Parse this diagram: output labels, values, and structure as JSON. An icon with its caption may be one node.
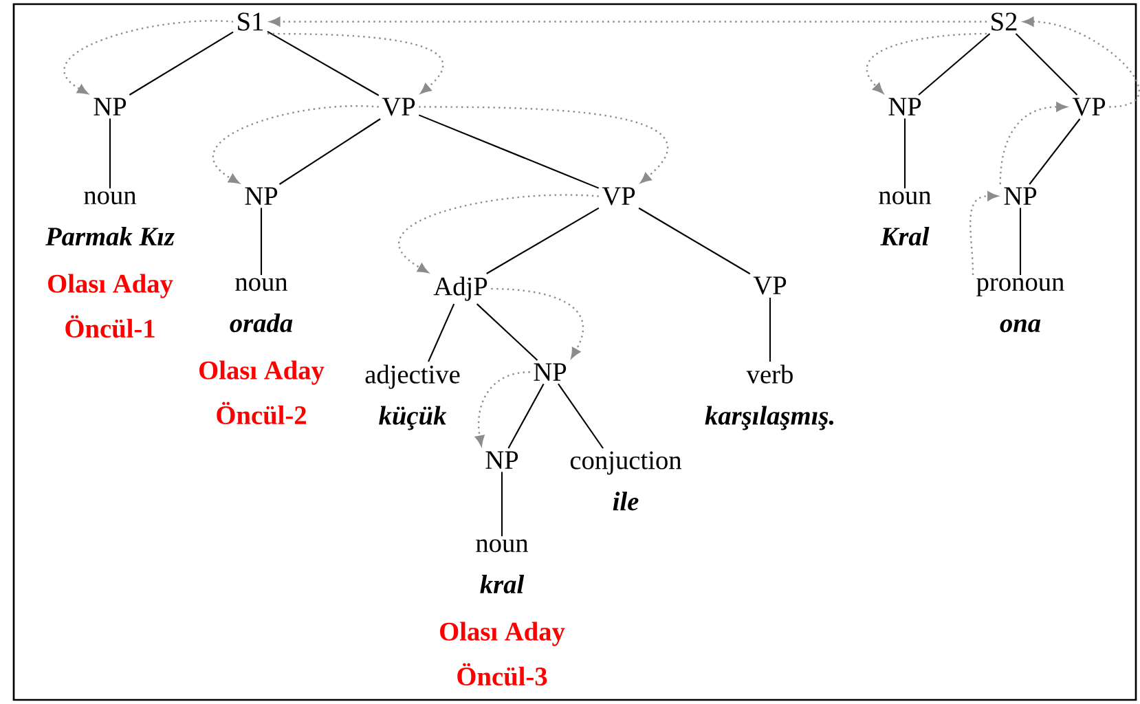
{
  "diagram": {
    "nodes": [
      {
        "text": [
          "S1"
        ]
      },
      {
        "text": [
          "NP"
        ]
      },
      {
        "text": [
          "VP"
        ]
      },
      {
        "text": [
          "noun",
          "Parmak Kız"
        ],
        "beside": [
          "Olası Aday",
          "Öncül-1"
        ]
      },
      {
        "text": [
          "NP"
        ]
      },
      {
        "text": [
          "VP"
        ]
      },
      {
        "text": [
          "noun",
          "orada"
        ],
        "beside": [
          "Olası Aday",
          "Öncül-2"
        ]
      },
      {
        "text": [
          "AdjP"
        ]
      },
      {
        "text": [
          "VP"
        ]
      },
      {
        "text": [
          "adjective",
          "küçük"
        ]
      },
      {
        "text": [
          "NP"
        ]
      },
      {
        "text": [
          "verb",
          "karşılaşmış."
        ]
      },
      {
        "text": [
          "NP"
        ]
      },
      {
        "text": [
          "conjuction",
          "ile"
        ]
      },
      {
        "text": [
          "noun",
          "kral"
        ],
        "beside": [
          "Olası Aday",
          "Öncül-3"
        ]
      },
      {
        "text": [
          "S2"
        ]
      },
      {
        "text": [
          "NP"
        ]
      },
      {
        "text": [
          "VP"
        ]
      },
      {
        "text": [
          "noun",
          "Kral"
        ]
      },
      {
        "text": [
          "NP"
        ]
      },
      {
        "text": [
          "pronoun",
          "ona"
        ]
      }
    ],
    "edges": [
      {
        "from": 0,
        "to": 1,
        "arrow": "none"
      },
      {
        "from": 0,
        "to": 2,
        "arrow": "none"
      },
      {
        "from": 1,
        "to": 3,
        "arrow": "none"
      },
      {
        "from": 2,
        "to": 4,
        "arrow": "none"
      },
      {
        "from": 2,
        "to": 5,
        "arrow": "none"
      },
      {
        "from": 4,
        "to": 6,
        "arrow": "none"
      },
      {
        "from": 5,
        "to": 7,
        "arrow": "none"
      },
      {
        "from": 5,
        "to": 8,
        "arrow": "none"
      },
      {
        "from": 7,
        "to": 9,
        "arrow": "none"
      },
      {
        "from": 7,
        "to": 10,
        "arrow": "none"
      },
      {
        "from": 8,
        "to": 11,
        "arrow": "none"
      },
      {
        "from": 10,
        "to": 12,
        "arrow": "none"
      },
      {
        "from": 10,
        "to": 13,
        "arrow": "none"
      },
      {
        "from": 12,
        "to": 14,
        "arrow": "none"
      },
      {
        "from": 15,
        "to": 16,
        "arrow": "none"
      },
      {
        "from": 15,
        "to": 17,
        "arrow": "none"
      },
      {
        "from": 16,
        "to": 18,
        "arrow": "none"
      },
      {
        "from": 17,
        "to": 19,
        "arrow": "none"
      },
      {
        "from": 19,
        "to": 20,
        "arrow": "none"
      },
      {
        "from": 0,
        "to": 1,
        "arrow": "to",
        "style": "dashed",
        "color": "#8c8c8c"
      },
      {
        "from": 0,
        "to": 2,
        "arrow": "to",
        "style": "dashed",
        "color": "#8c8c8c"
      },
      {
        "from": 2,
        "to": 4,
        "arrow": "to",
        "style": "dashed",
        "color": "#8c8c8c"
      },
      {
        "from": 2,
        "to": 5,
        "arrow": "to",
        "style": "dashed",
        "color": "#8c8c8c"
      },
      {
        "from": 5,
        "to": 7,
        "arrow": "to",
        "style": "dashed",
        "color": "#8c8c8c"
      },
      {
        "from": 7,
        "to": 10,
        "arrow": "to",
        "style": "dashed",
        "color": "#8c8c8c"
      },
      {
        "from": 10,
        "to": 12,
        "arrow": "to",
        "style": "dashed",
        "color": "#8c8c8c"
      },
      {
        "from": 15,
        "to": 0,
        "arrow": "to",
        "style": "dashed",
        "color": "#8c8c8c"
      },
      {
        "from": 15,
        "to": 16,
        "arrow": "to",
        "style": "dashed",
        "color": "#8c8c8c"
      },
      {
        "from": 17,
        "to": 15,
        "arrow": "to",
        "style": "dashed",
        "color": "#8c8c8c"
      },
      {
        "from": 19,
        "to": 17,
        "arrow": "to",
        "style": "dashed",
        "color": "#8c8c8c"
      },
      {
        "from": 20,
        "to": 19,
        "arrow": "to",
        "style": "dashed",
        "color": "#8c8c8c"
      }
    ]
  }
}
